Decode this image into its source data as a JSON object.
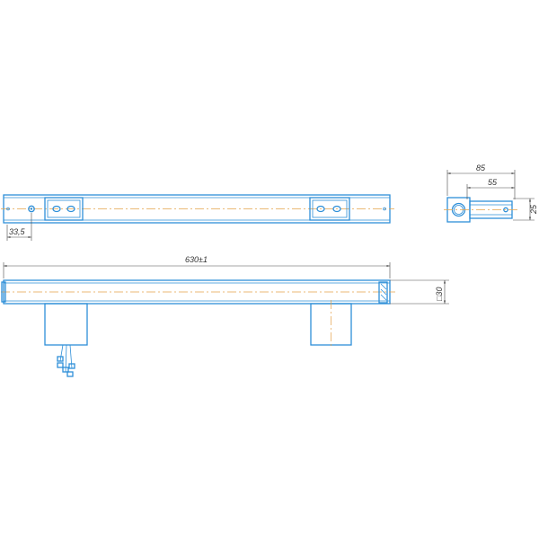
{
  "drawing": {
    "top_view": {
      "dim_left_hole": "33,5"
    },
    "side_view": {
      "dim_total_width": "85",
      "dim_bracket": "55",
      "dim_height": "25"
    },
    "front_view": {
      "dim_length": "630±1",
      "dim_section": "□30"
    }
  },
  "colors": {
    "outline": "#2e8fd8",
    "dimension": "#4a4a4a",
    "centerline": "#e5a24a",
    "background": "#ffffff"
  }
}
